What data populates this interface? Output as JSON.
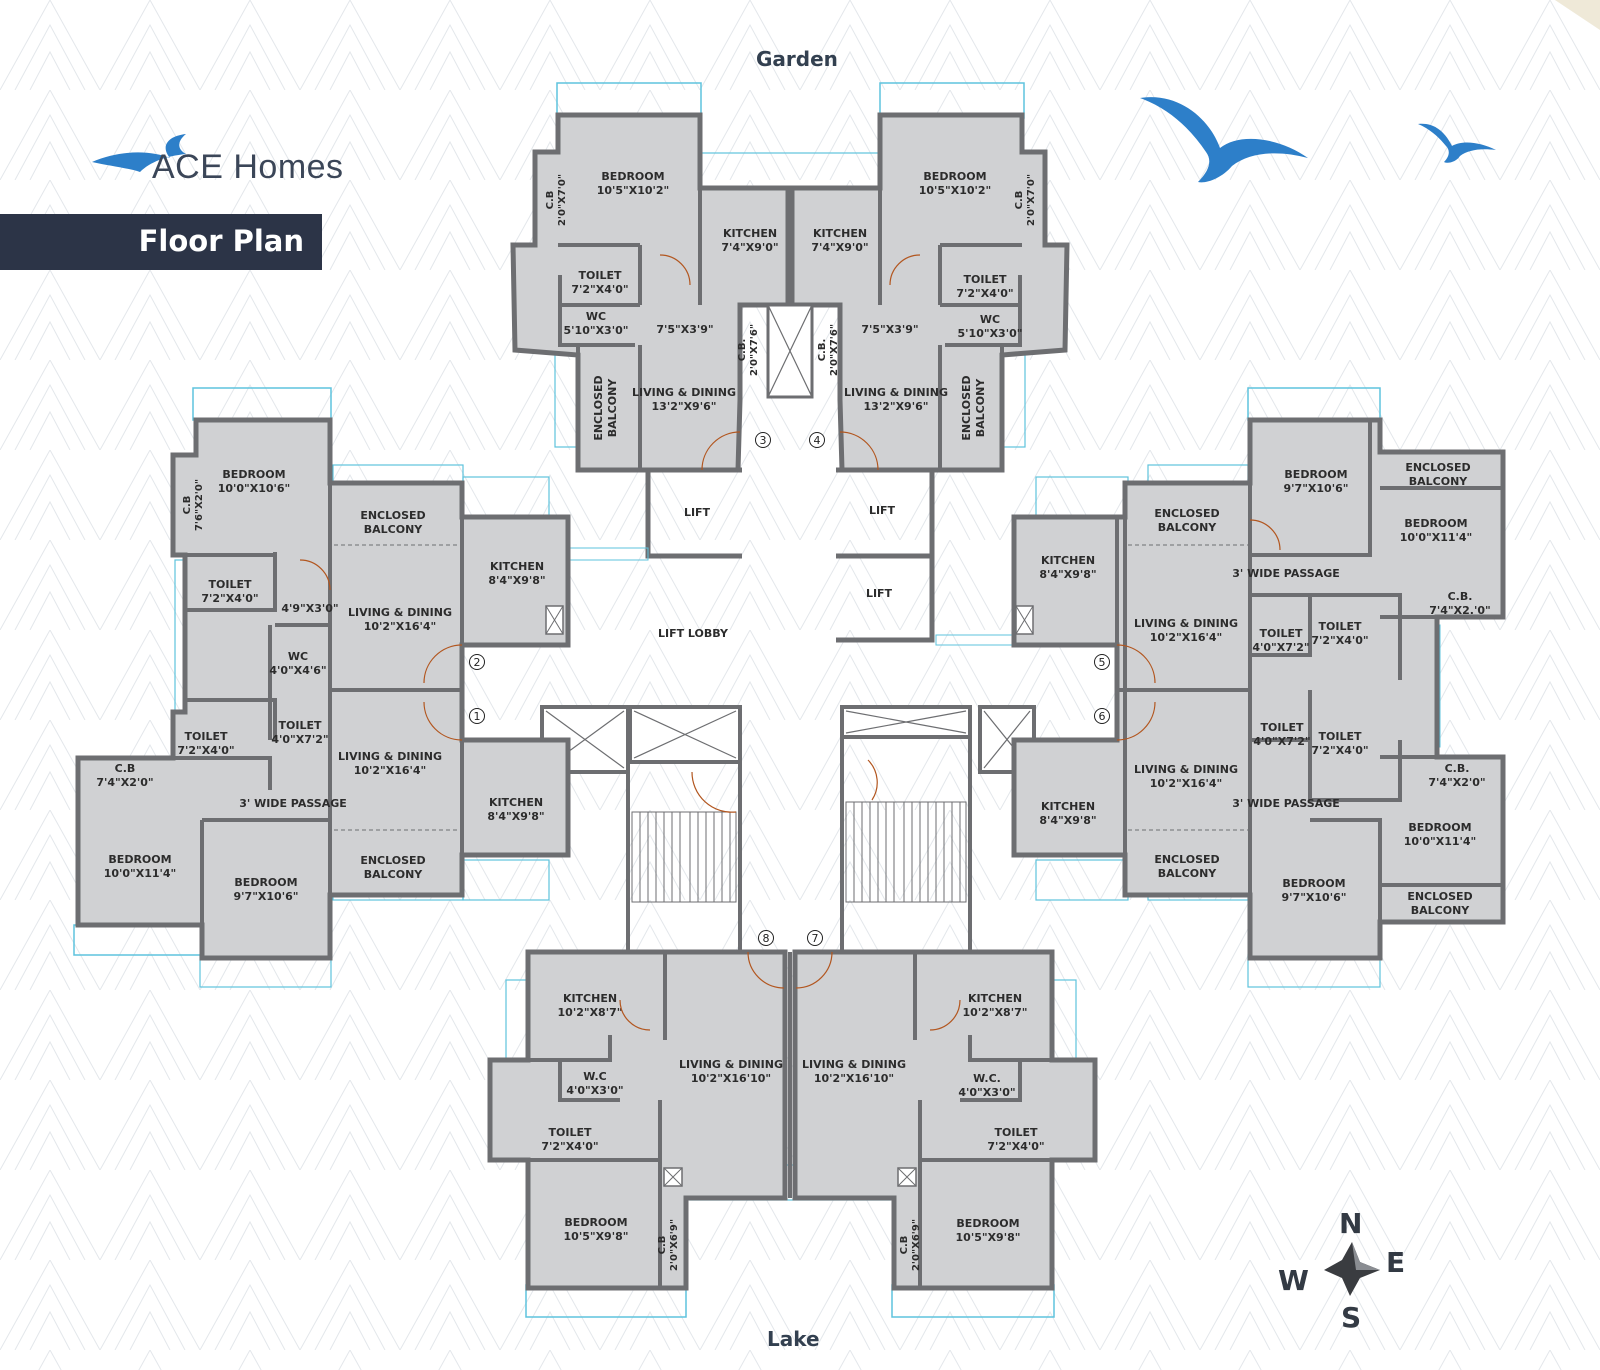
{
  "brand": {
    "name": "ACE Homes",
    "accent": "#2d7fc9"
  },
  "banner": {
    "title": "Floor Plan",
    "color": "#2c3447"
  },
  "directions": {
    "top": "Garden",
    "bottom": "Lake"
  },
  "compass": {
    "n": "N",
    "s": "S",
    "e": "E",
    "w": "W"
  },
  "colors": {
    "room_fill": "#d0d1d3",
    "wall": "#6d6e71",
    "glass": "#5ec3dd",
    "door": "#b2561f",
    "pattern": "#e2e6ea",
    "bird": "#2d7fc9"
  },
  "rooms": {
    "a_bed": [
      "BEDROOM",
      "10'5\"X10'2\""
    ],
    "a_cb": [
      "C.B",
      "2'0\"X7'0\""
    ],
    "a_toilet": [
      "TOILET",
      "7'2\"X4'0\""
    ],
    "a_wc": [
      "WC",
      "5'10\"X3'0\""
    ],
    "a_kit": [
      "KITCHEN",
      "7'4\"X9'0\""
    ],
    "a_pass": [
      "7'5\"X3'9\""
    ],
    "a_cb2": [
      "C.B.",
      "2'0\"X7'6\""
    ],
    "a_bal": [
      "ENCLOSED",
      "BALCONY"
    ],
    "a_liv": [
      "LIVING & DINING",
      "13'2\"X9'6\""
    ],
    "b_bed": [
      "BEDROOM",
      "10'5\"X10'2\""
    ],
    "b_cb": [
      "C.B",
      "2'0\"X7'0\""
    ],
    "b_toilet": [
      "TOILET",
      "7'2\"X4'0\""
    ],
    "b_wc": [
      "WC",
      "5'10\"X3'0\""
    ],
    "b_kit": [
      "KITCHEN",
      "7'4\"X9'0\""
    ],
    "b_pass": [
      "7'5\"X3'9\""
    ],
    "b_cb2": [
      "C.B.",
      "2'0\"X7'6\""
    ],
    "b_bal": [
      "ENCLOSED",
      "BALCONY"
    ],
    "b_liv": [
      "LIVING & DINING",
      "13'2\"X9'6\""
    ],
    "c_bed": [
      "BEDROOM",
      "10'0\"X10'6\""
    ],
    "c_cb": [
      "C.B",
      "7'6\"X2'0\""
    ],
    "c_toilet": [
      "TOILET",
      "7'2\"X4'0\""
    ],
    "c_pass": [
      "4'9\"X3'0\""
    ],
    "c_wc": [
      "WC",
      "4'0\"X4'6\""
    ],
    "c_bal": [
      "ENCLOSED",
      "BALCONY"
    ],
    "c_liv": [
      "LIVING & DINING",
      "10'2\"X16'4\""
    ],
    "c_kit": [
      "KITCHEN",
      "8'4\"X9'8\""
    ],
    "d_toilet1": [
      "TOILET",
      "7'2\"X4'0\""
    ],
    "d_toilet2": [
      "TOILET",
      "4'0\"X7'2\""
    ],
    "d_liv": [
      "LIVING & DINING",
      "10'2\"X16'4\""
    ],
    "d_cb": [
      "C.B",
      "7'4\"X2'0\""
    ],
    "d_pass": [
      "3' WIDE PASSAGE"
    ],
    "d_bed1": [
      "BEDROOM",
      "10'0\"X11'4\""
    ],
    "d_bed2": [
      "BEDROOM",
      "9'7\"X10'6\""
    ],
    "d_bal": [
      "ENCLOSED",
      "BALCONY"
    ],
    "d_kit": [
      "KITCHEN",
      "8'4\"X9'8\""
    ],
    "lift1": [
      "LIFT"
    ],
    "lift2": [
      "LIFT"
    ],
    "lift3": [
      "LIFT"
    ],
    "lobby": [
      "LIFT LOBBY"
    ],
    "e_bed": [
      "BEDROOM",
      "9'7\"X10'6\""
    ],
    "e_bal1": [
      "ENCLOSED",
      "BALCONY"
    ],
    "e_bed2": [
      "BEDROOM",
      "10'0\"X11'4\""
    ],
    "e_bal2": [
      "ENCLOSED",
      "BALCONY"
    ],
    "e_kit": [
      "KITCHEN",
      "8'4\"X9'8\""
    ],
    "e_pass": [
      "3' WIDE PASSAGE"
    ],
    "e_liv": [
      "LIVING & DINING",
      "10'2\"X16'4\""
    ],
    "e_cb": [
      "C.B.",
      "7'4\"X2.'0\""
    ],
    "e_toilet1": [
      "TOILET",
      "4'0\"X7'2\""
    ],
    "e_toilet2": [
      "TOILET",
      "7'2\"X4'0\""
    ],
    "f_toilet1": [
      "TOILET",
      "4'0\"X7'2\""
    ],
    "f_toilet2": [
      "TOILET",
      "7'2\"X4'0\""
    ],
    "f_cb": [
      "C.B.",
      "7'4\"X2'0\""
    ],
    "f_liv": [
      "LIVING & DINING",
      "10'2\"X16'4\""
    ],
    "f_pass": [
      "3' WIDE PASSAGE"
    ],
    "f_bed1": [
      "BEDROOM",
      "10'0\"X11'4\""
    ],
    "f_kit": [
      "KITCHEN",
      "8'4\"X9'8\""
    ],
    "f_bal1": [
      "ENCLOSED",
      "BALCONY"
    ],
    "f_bed2": [
      "BEDROOM",
      "9'7\"X10'6\""
    ],
    "f_bal2": [
      "ENCLOSED",
      "BALCONY"
    ],
    "g_kit": [
      "KITCHEN",
      "10'2\"X8'7\""
    ],
    "g_liv": [
      "LIVING & DINING",
      "10'2\"X16'10\""
    ],
    "g_wc": [
      "W.C",
      "4'0\"X3'0\""
    ],
    "g_toilet": [
      "TOILET",
      "7'2\"X4'0\""
    ],
    "g_bed": [
      "BEDROOM",
      "10'5\"X9'8\""
    ],
    "g_cb": [
      "C.B",
      "2'0\"X6'9\""
    ],
    "h_kit": [
      "KITCHEN",
      "10'2\"X8'7\""
    ],
    "h_liv": [
      "LIVING & DINING",
      "10'2\"X16'10\""
    ],
    "h_wc": [
      "W.C.",
      "4'0\"X3'0\""
    ],
    "h_toilet": [
      "TOILET",
      "7'2\"X4'0\""
    ],
    "h_bed": [
      "BEDROOM",
      "10'5\"X9'8\""
    ],
    "h_cb": [
      "C.B",
      "2'0\"X6'9\""
    ]
  },
  "flat_numbers": [
    "1",
    "2",
    "3",
    "4",
    "5",
    "6",
    "7",
    "8"
  ]
}
